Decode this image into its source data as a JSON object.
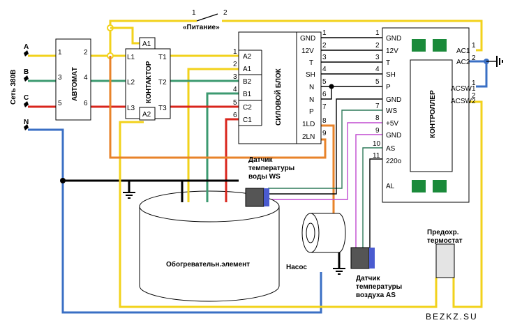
{
  "supply": {
    "title": "Сеть 380В",
    "phases": [
      "A",
      "B",
      "C",
      "N"
    ]
  },
  "breaker": {
    "label": "АВТОМАТ",
    "in_pins": [
      "1",
      "3",
      "5"
    ],
    "out_pins": [
      "2",
      "4",
      "6"
    ]
  },
  "contactor": {
    "label": "КОНТАКТОР",
    "coil_top": "A1",
    "coil_bottom": "A2",
    "in_pins": [
      "L1",
      "L2",
      "L3"
    ],
    "out_pins": [
      "T1",
      "T2",
      "T3"
    ]
  },
  "power_switch": {
    "label": "«Питание»",
    "pin_left": "1",
    "pin_right": "2"
  },
  "power_block": {
    "label": "СИЛОВОЙ БЛОК",
    "inputs": [
      "A2",
      "A1",
      "B2",
      "B1",
      "C2",
      "C1"
    ],
    "input_numbers": [
      "1",
      "2",
      "3",
      "4",
      "5",
      "6"
    ],
    "outputs": [
      "GND",
      "12V",
      "T",
      "SH",
      "N",
      "N",
      "P",
      "1LD",
      "2LN"
    ]
  },
  "terminal_strip": {
    "numbers": [
      "1",
      "2",
      "3",
      "4",
      "5",
      "6",
      "7",
      "8",
      "9",
      "10",
      "11"
    ]
  },
  "controller": {
    "label": "КОНТРОЛЛЕР",
    "pins": [
      "GND",
      "12V",
      "T",
      "SH",
      "P",
      "GND",
      "WS",
      "+5V",
      "GND",
      "AS",
      "220o",
      "AL"
    ],
    "right_pins": [
      "AC1",
      "AC2",
      "ACSW1",
      "ACSW2"
    ],
    "right_numbers": [
      "1",
      "2",
      "1",
      "2"
    ]
  },
  "labels": {
    "water_sensor": "Датчик температуры воды  WS",
    "heater": "Обогревательн.элемент",
    "pump": "Насос",
    "air_sensor": "Датчик температуры воздуха  AS",
    "thermostat": "Предохр. термостат",
    "watermark": "BEZKZ.SU"
  },
  "colors": {
    "phase_a": "#f2d21b",
    "phase_b": "#3c9a70",
    "phase_c": "#d9251c",
    "neutral": "#3a6fc4",
    "orange": "#e8832a",
    "magenta": "#c04ad0"
  }
}
